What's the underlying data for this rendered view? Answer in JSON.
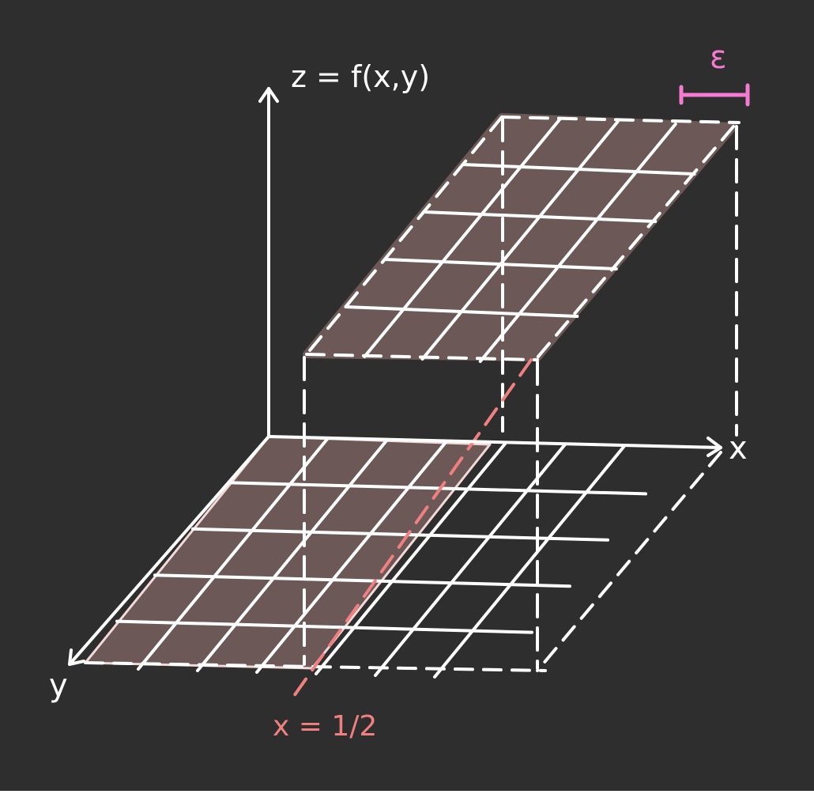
{
  "colors": {
    "background": "#2e2e2e",
    "line": "#ffffff",
    "fill": "#6b5857",
    "fill_edge": "#f3dada",
    "accent_line": "#f08080",
    "epsilon": "#f47ad2"
  },
  "labels": {
    "z_axis": "z = f(x,y)",
    "x_axis": "x",
    "y_axis": "y",
    "epsilon": "ε",
    "boundary": "x = 1/2"
  }
}
